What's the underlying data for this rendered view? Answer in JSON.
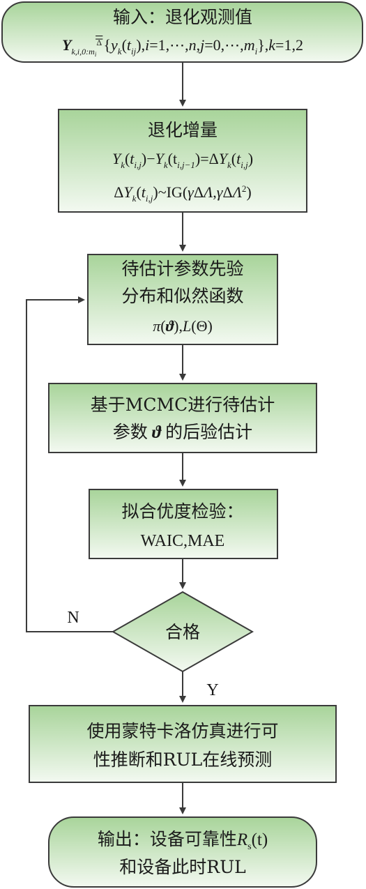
{
  "nodes": {
    "input": {
      "title": "输入：退化观测值",
      "formula": "Y_{k,i,0:m_i} ≜ {y_k(t_ij), i=1,⋯,n, j=0,⋯,m_i}, k=1,2"
    },
    "increment": {
      "title": "退化增量",
      "formula1": "Y_k(t_{i,j})−Y_k(t_{i,j−1})=ΔY_k(t_{i,j})",
      "formula2": "ΔY_k(t_{i,j})~IG(γΔΛ,γΔΛ²)"
    },
    "prior": {
      "line1": "待估计参数先验",
      "line2": "分布和似然函数",
      "formula": "π(ϑ),L(Θ)"
    },
    "mcmc": {
      "line1": "基于MCMC进行待估计",
      "line2_pre": "参数",
      "line2_sym": "ϑ",
      "line2_post": "的后验估计"
    },
    "fit": {
      "line1": "拟合优度检验：",
      "line2": "WAIC,MAE"
    },
    "decision": {
      "label": "合格",
      "no_label": "N",
      "yes_label": "Y"
    },
    "monte": {
      "line1": "使用蒙特卡洛仿真进行可",
      "line2": "性推断和RUL在线预测"
    },
    "output": {
      "line1_pre": "输出：设备可靠性",
      "line1_sym": "R",
      "line1_sub": "s",
      "line1_post": "(t)",
      "line2": "和设备此时RUL"
    }
  },
  "colors": {
    "fill_top": "#a8d49a",
    "fill_bottom": "#f3f9f1",
    "stroke": "#3a3a3a",
    "text": "#1a1a1a"
  }
}
